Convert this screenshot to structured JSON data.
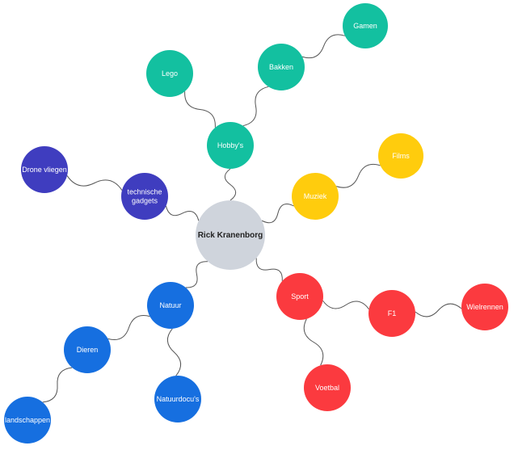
{
  "colors": {
    "center": "#cfd4dc",
    "hobbies": "#13c0a0",
    "music": "#ffcc0d",
    "tech": "#3f3dbf",
    "nature": "#166fe0",
    "sport": "#fb3a3f",
    "line": "#555555",
    "text_light": "#ffffff",
    "text_dark": "#222222"
  },
  "nodes": [
    {
      "id": "center",
      "label": "Rick Kranenborg",
      "group": "center"
    },
    {
      "id": "hobbys",
      "label": "Hobby's",
      "group": "hobbies"
    },
    {
      "id": "lego",
      "label": "Lego",
      "group": "hobbies"
    },
    {
      "id": "bakken",
      "label": "Bakken",
      "group": "hobbies"
    },
    {
      "id": "gamen",
      "label": "Gamen",
      "group": "hobbies"
    },
    {
      "id": "muziek",
      "label": "Muziek",
      "group": "music"
    },
    {
      "id": "films",
      "label": "Films",
      "group": "music"
    },
    {
      "id": "technische",
      "label": [
        "technische",
        "gadgets"
      ],
      "group": "tech"
    },
    {
      "id": "drone",
      "label": "Drone vliegen",
      "group": "tech"
    },
    {
      "id": "natuur",
      "label": "Natuur",
      "group": "nature"
    },
    {
      "id": "dieren",
      "label": "Dieren",
      "group": "nature"
    },
    {
      "id": "landschappen",
      "label": "landschappen",
      "group": "nature"
    },
    {
      "id": "natuurdocu",
      "label": "Natuurdocu's",
      "group": "nature"
    },
    {
      "id": "sport",
      "label": "Sport",
      "group": "sport"
    },
    {
      "id": "f1",
      "label": "F1",
      "group": "sport"
    },
    {
      "id": "wielrennen",
      "label": "Wielrennen",
      "group": "sport"
    },
    {
      "id": "voetbal",
      "label": "Voetbal",
      "group": "sport"
    }
  ],
  "edges": [
    [
      "center",
      "hobbys"
    ],
    [
      "hobbys",
      "lego"
    ],
    [
      "hobbys",
      "bakken"
    ],
    [
      "bakken",
      "gamen"
    ],
    [
      "center",
      "muziek"
    ],
    [
      "muziek",
      "films"
    ],
    [
      "center",
      "technische"
    ],
    [
      "technische",
      "drone"
    ],
    [
      "center",
      "natuur"
    ],
    [
      "natuur",
      "dieren"
    ],
    [
      "dieren",
      "landschappen"
    ],
    [
      "natuur",
      "natuurdocu"
    ],
    [
      "center",
      "sport"
    ],
    [
      "sport",
      "f1"
    ],
    [
      "f1",
      "wielrennen"
    ],
    [
      "sport",
      "voetbal"
    ]
  ]
}
